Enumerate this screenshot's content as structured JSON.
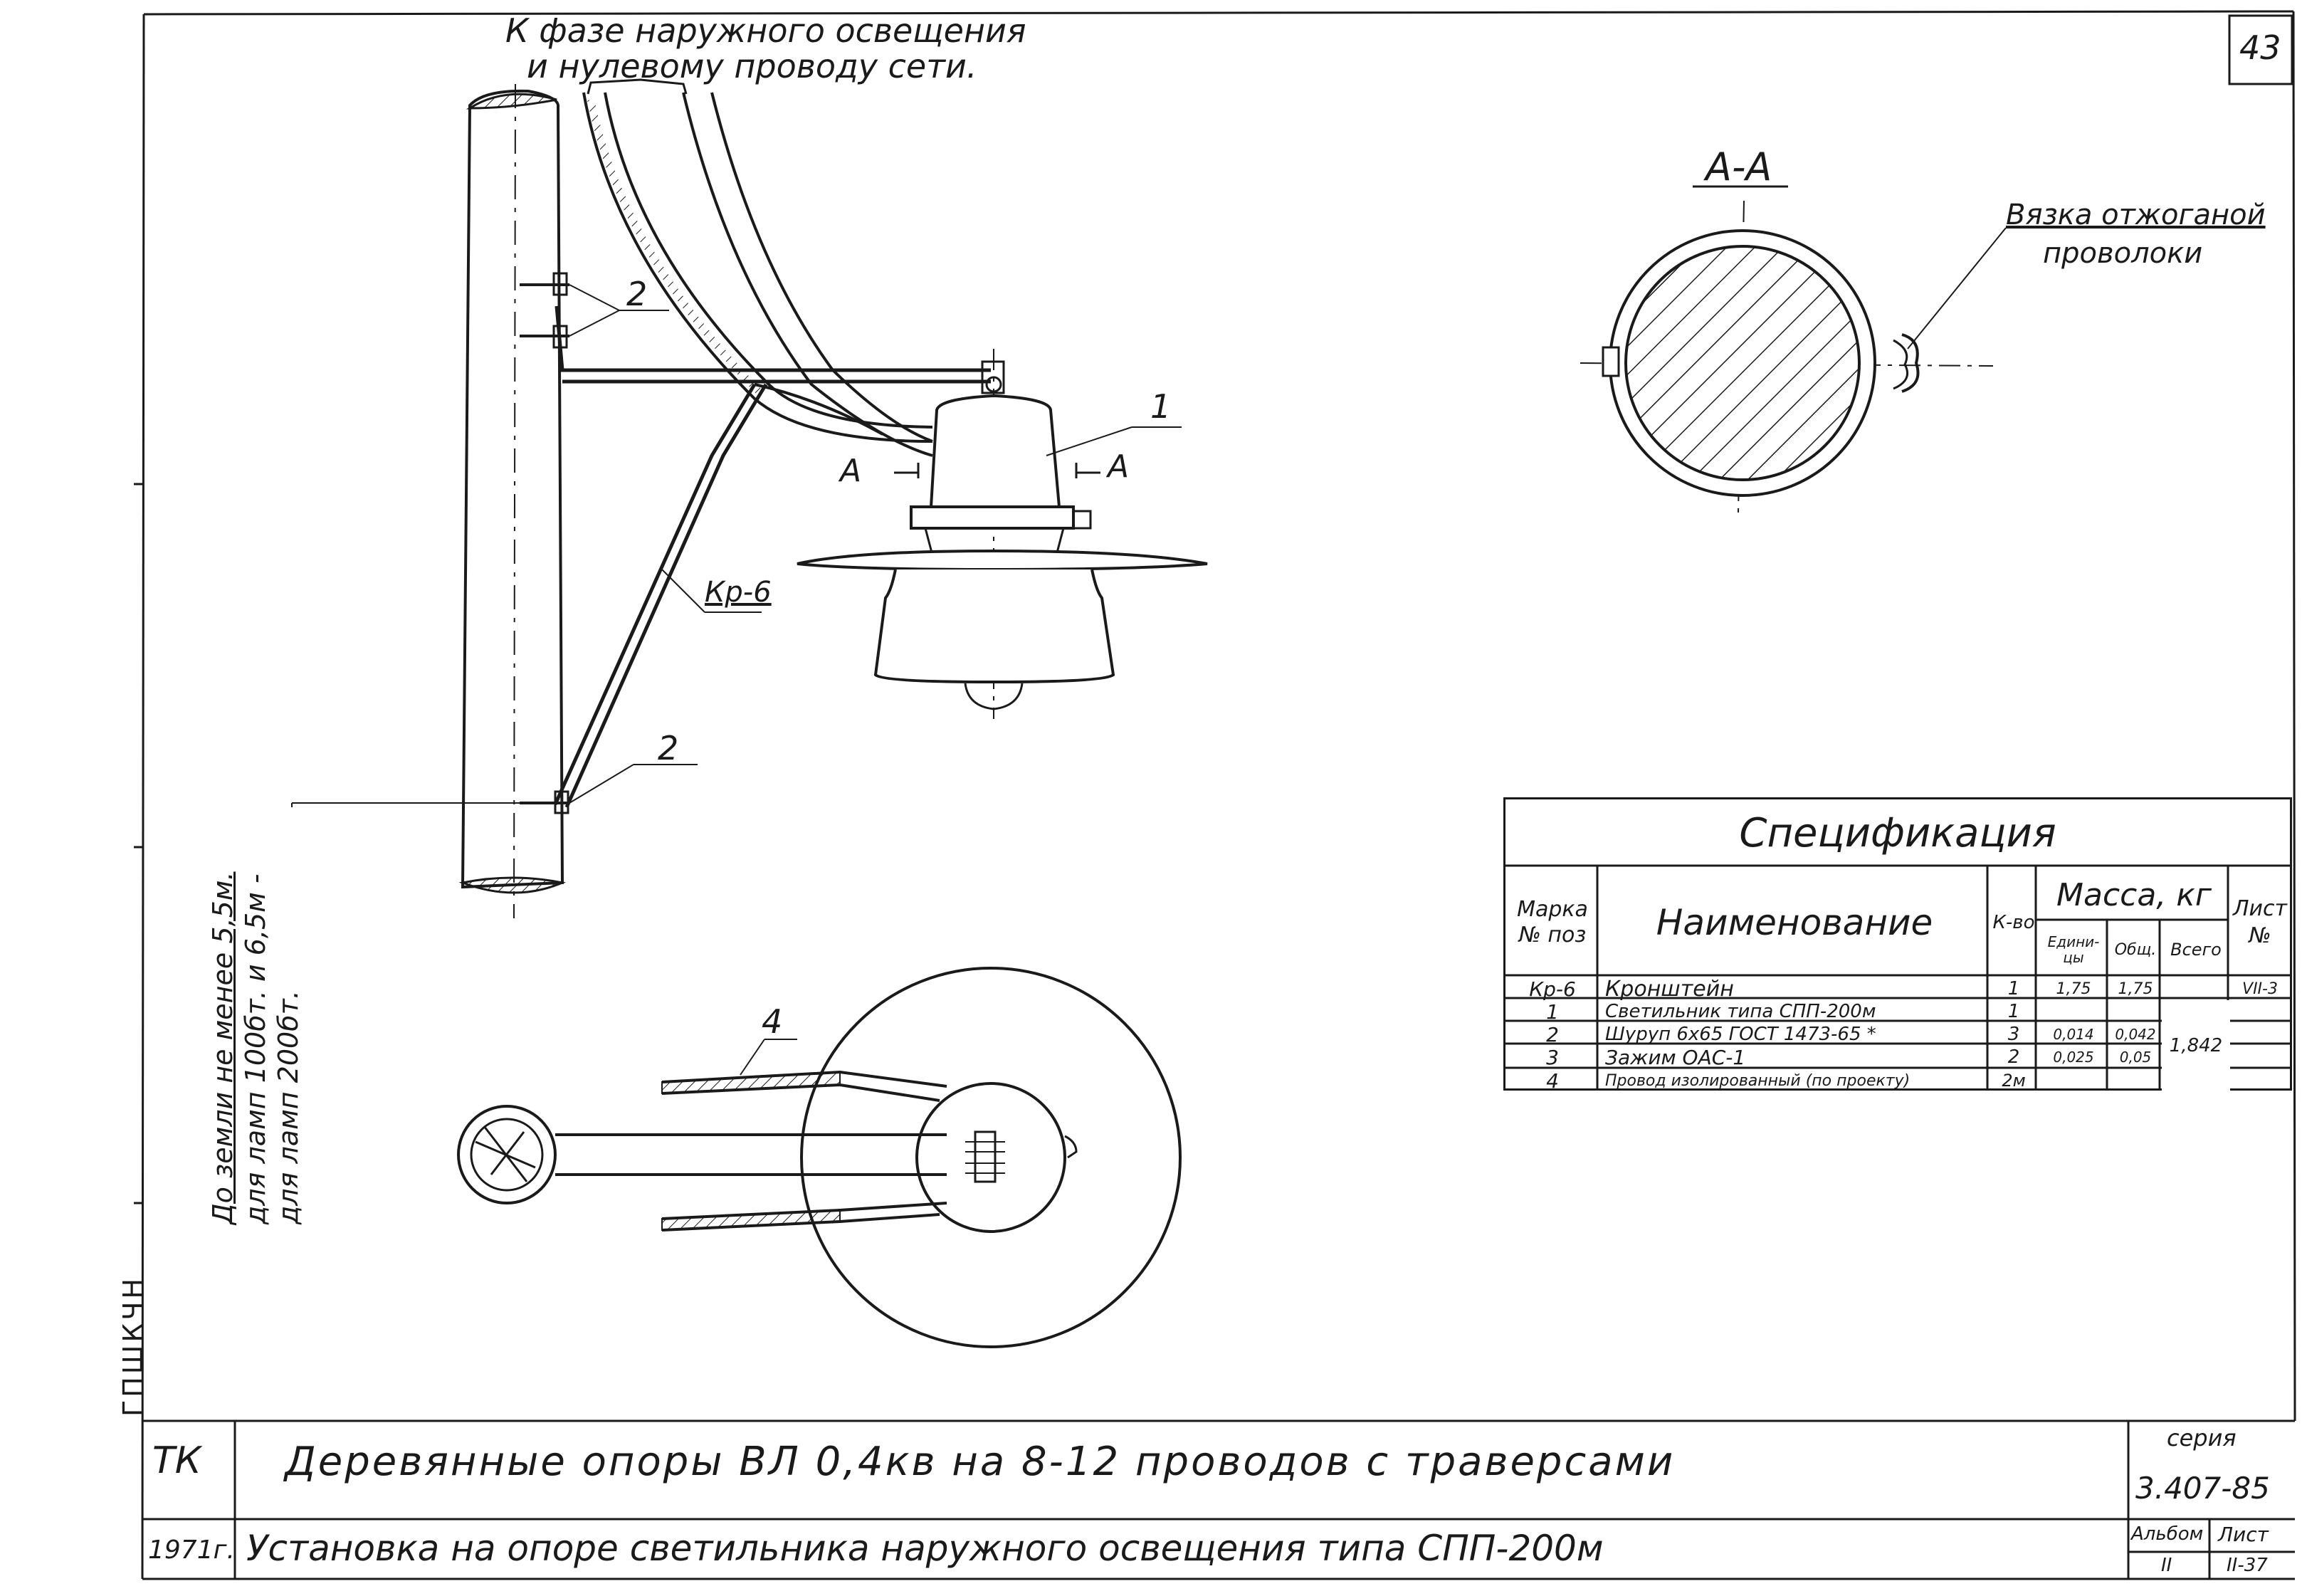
{
  "sheet_number": "43",
  "callout_top": [
    "К фазе наружного освещения",
    "и нулевому проводу сети."
  ],
  "section_label": "А-А",
  "section_cut_left": "А",
  "section_cut_right": "А",
  "binding_note": [
    "Вязка отжоганой",
    "проволоки"
  ],
  "pos_labels": {
    "p1": "1",
    "p2_top": "2",
    "p2_bottom": "2",
    "p4": "4",
    "bracket": "Кр-6"
  },
  "height_note": [
    "До земли не менее 5,5м.",
    "для ламп 100бт. и 6,5м -",
    "для ламп 200бт."
  ],
  "side_stamp": "ГПШКЧН",
  "spec": {
    "title": "Спецификация",
    "headers": {
      "mark": [
        "Марка",
        "№ поз"
      ],
      "name": "Наименование",
      "qty": "К-во",
      "mass": "Масса, кг",
      "unit": [
        "Едини-",
        "цы"
      ],
      "total_part": "Общ.",
      "total": "Всего",
      "sheet": [
        "Лист",
        "№"
      ]
    },
    "rows": [
      {
        "mark": "Кр-6",
        "name": "Кронштейн",
        "qty": "1",
        "unit": "1,75",
        "total_part": "1,75",
        "sheet": "VII-3"
      },
      {
        "mark": "1",
        "name": "Светильник типа СПП-200м",
        "qty": "1",
        "unit": "",
        "total_part": "",
        "sheet": ""
      },
      {
        "mark": "2",
        "name": "Шуруп 6х65 ГОСТ 1473-65 *",
        "qty": "3",
        "unit": "0,014",
        "total_part": "0,042",
        "sheet": ""
      },
      {
        "mark": "3",
        "name": "Зажим ОАС-1",
        "qty": "2",
        "unit": "0,025",
        "total_part": "0,05",
        "sheet": ""
      },
      {
        "mark": "4",
        "name": "Провод изолированный (по проекту)",
        "qty": "2м",
        "unit": "",
        "total_part": "",
        "sheet": ""
      }
    ],
    "grand_total": "1,842"
  },
  "title_block": {
    "org": "ТК",
    "year": "1971г.",
    "line1": "Деревянные опоры ВЛ 0,4кв на 8-12 проводов с траверсами",
    "line2": "Установка на опоре светильника наружного освещения типа СПП-200м",
    "series_label": "серия",
    "series_value": "3.407-85",
    "album_label": "Альбом",
    "album_value": "II",
    "sheet_label": "Лист",
    "sheet_value": "II-37"
  }
}
